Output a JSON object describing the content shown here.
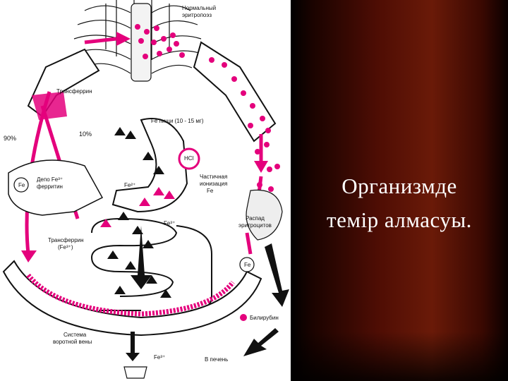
{
  "slide": {
    "title_line1": "Организмде",
    "title_line2": "темір алмасуы."
  },
  "diagram": {
    "labels": {
      "normal_erythropoiesis_1": "Нормальный",
      "normal_erythropoiesis_2": "эритропоэз",
      "transferrin_top": "Трансферрин",
      "pct_90": "90%",
      "pct_10": "10%",
      "fe_food": "Fe пищи (10 - 15 мг)",
      "hcl": "HCl",
      "partial_ionization_1": "Частичная",
      "partial_ionization_2": "ионизация",
      "partial_ionization_3": "Fe",
      "depot_1": "Депо Fe³⁺",
      "depot_2": "ферритин",
      "fe_liver": "Fe",
      "fe2_mid": "Fe²⁺",
      "fe3_mid": "Fe³⁺",
      "erythro_breakdown_1": "Распад",
      "erythro_breakdown_2": "эритроцитов",
      "fe_breakdown": "Fe",
      "transferrin_bottom_1": "Трансферрин",
      "transferrin_bottom_2": "(Fe³⁺)",
      "bilirubin": "Билирубин",
      "portal_1": "Система",
      "portal_2": "воротной вены",
      "fe3_bottom": "Fe³⁺",
      "to_liver": "В печень"
    },
    "colors": {
      "magenta": "#e4007c",
      "ink": "#111111"
    }
  }
}
